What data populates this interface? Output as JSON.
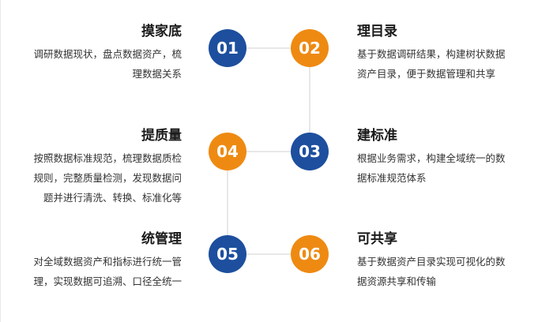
{
  "steps": [
    {
      "num": "01",
      "title": "摸家底",
      "lines": [
        "调研数据现状，盘点数据资产，梳",
        "理数据关系"
      ],
      "color": "#1d4f9e"
    },
    {
      "num": "02",
      "title": "理目录",
      "lines": [
        "基于数据调研结果，构建树状数据",
        "资产目录，便于数据管理和共享"
      ],
      "color": "#ee8a12"
    },
    {
      "num": "03",
      "title": "建标准",
      "lines": [
        "根据业务需求，构建全域统一的数",
        "据标准规范体系"
      ],
      "color": "#1d4f9e"
    },
    {
      "num": "04",
      "title": "提质量",
      "lines": [
        "按照数据标准规范，梳理数据质检",
        "规则，完整质量检测，发现数据问",
        "题并进行清洗、转换、标准化等"
      ],
      "color": "#ee8a12"
    },
    {
      "num": "05",
      "title": "统管理",
      "lines": [
        "对全域数据资产和指标进行统一管",
        "理，实现数据可追溯、口径全统一"
      ],
      "color": "#1d4f9e"
    },
    {
      "num": "06",
      "title": "可共享",
      "lines": [
        "基于数据资产目录实现可视化的数",
        "据资源共享和传输"
      ],
      "color": "#ee8a12"
    }
  ]
}
